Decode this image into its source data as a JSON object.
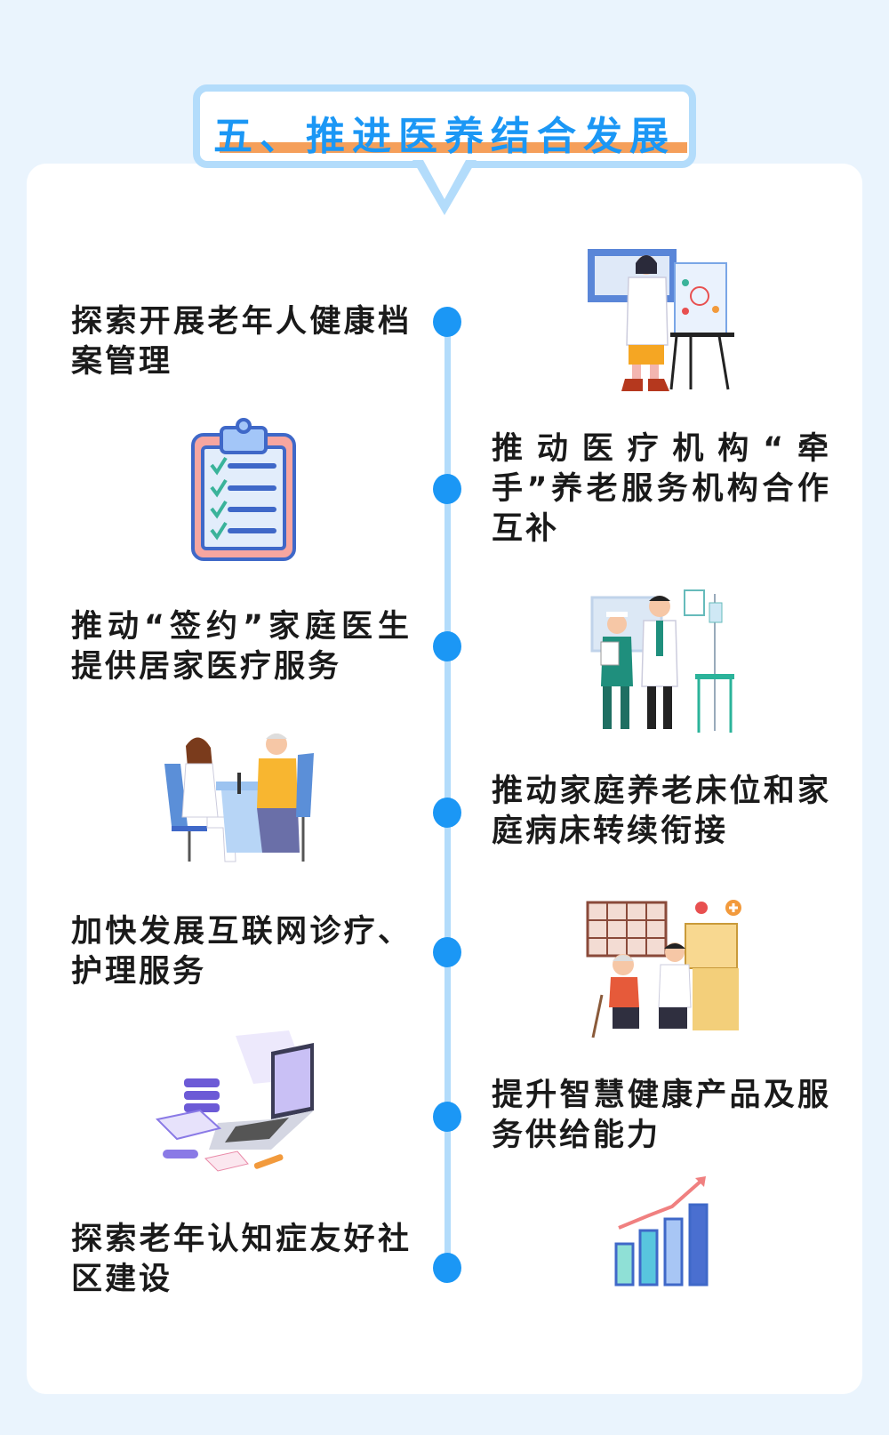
{
  "header": {
    "title": "五、推进医养结合发展"
  },
  "timeline": {
    "items": [
      {
        "side": "left",
        "text": "探索开展老年人健康档案管理"
      },
      {
        "side": "right",
        "text": "推动医疗机构“牵手”养老服务机构合作互补"
      },
      {
        "side": "left",
        "text": "推动“签约”家庭医生提供居家医疗服务"
      },
      {
        "side": "right",
        "text": "推动家庭养老床位和家庭病床转续衔接"
      },
      {
        "side": "left",
        "text": "加快发展互联网诊疗、护理服务"
      },
      {
        "side": "right",
        "text": "提升智慧健康产品及服务供给能力"
      },
      {
        "side": "left",
        "text": "探索老年认知症友好社区建设"
      }
    ]
  },
  "colors": {
    "accent": "#1b97f5",
    "line": "#b3dcfb",
    "underline": "#f59f5a",
    "background": "#eaf4fd"
  }
}
